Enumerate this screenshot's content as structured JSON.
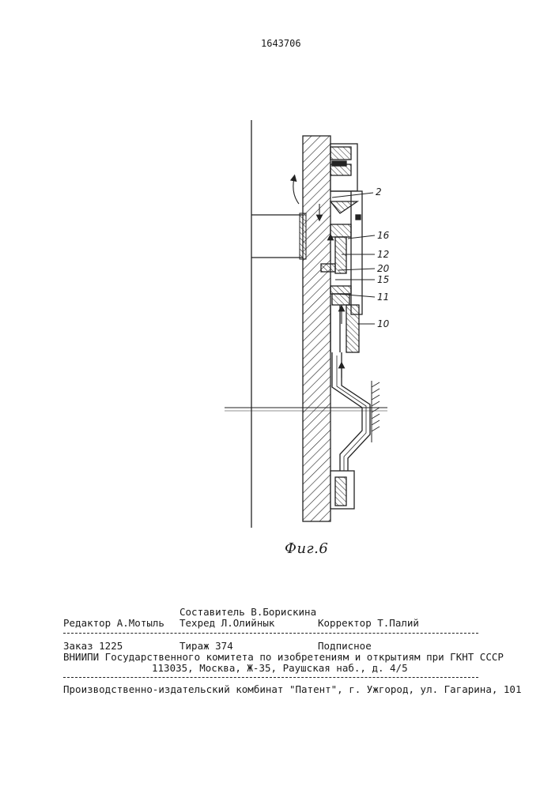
{
  "patent_number": "1643706",
  "figure_caption": "Фиг.6",
  "callouts": [
    "2",
    "16",
    "12",
    "20",
    "15",
    "11",
    "10"
  ],
  "imprint": {
    "compiler": "Составитель В.Борискина",
    "editor": "Редактор А.Мотыль",
    "techred": "Техред Л.Олийнык",
    "corrector": "Корректор Т.Палий",
    "order": "Заказ 1225",
    "circulation": "Тираж 374",
    "subscription": "Подписное",
    "institute": "ВНИИПИ Государственного комитета по изобретениям и открытиям при ГКНТ СССР",
    "address": "113035, Москва, Ж-35, Раушская наб., д. 4/5",
    "publisher": "Производственно-издательский комбинат \"Патент\", г. Ужгород, ул. Гагарина, 101"
  }
}
